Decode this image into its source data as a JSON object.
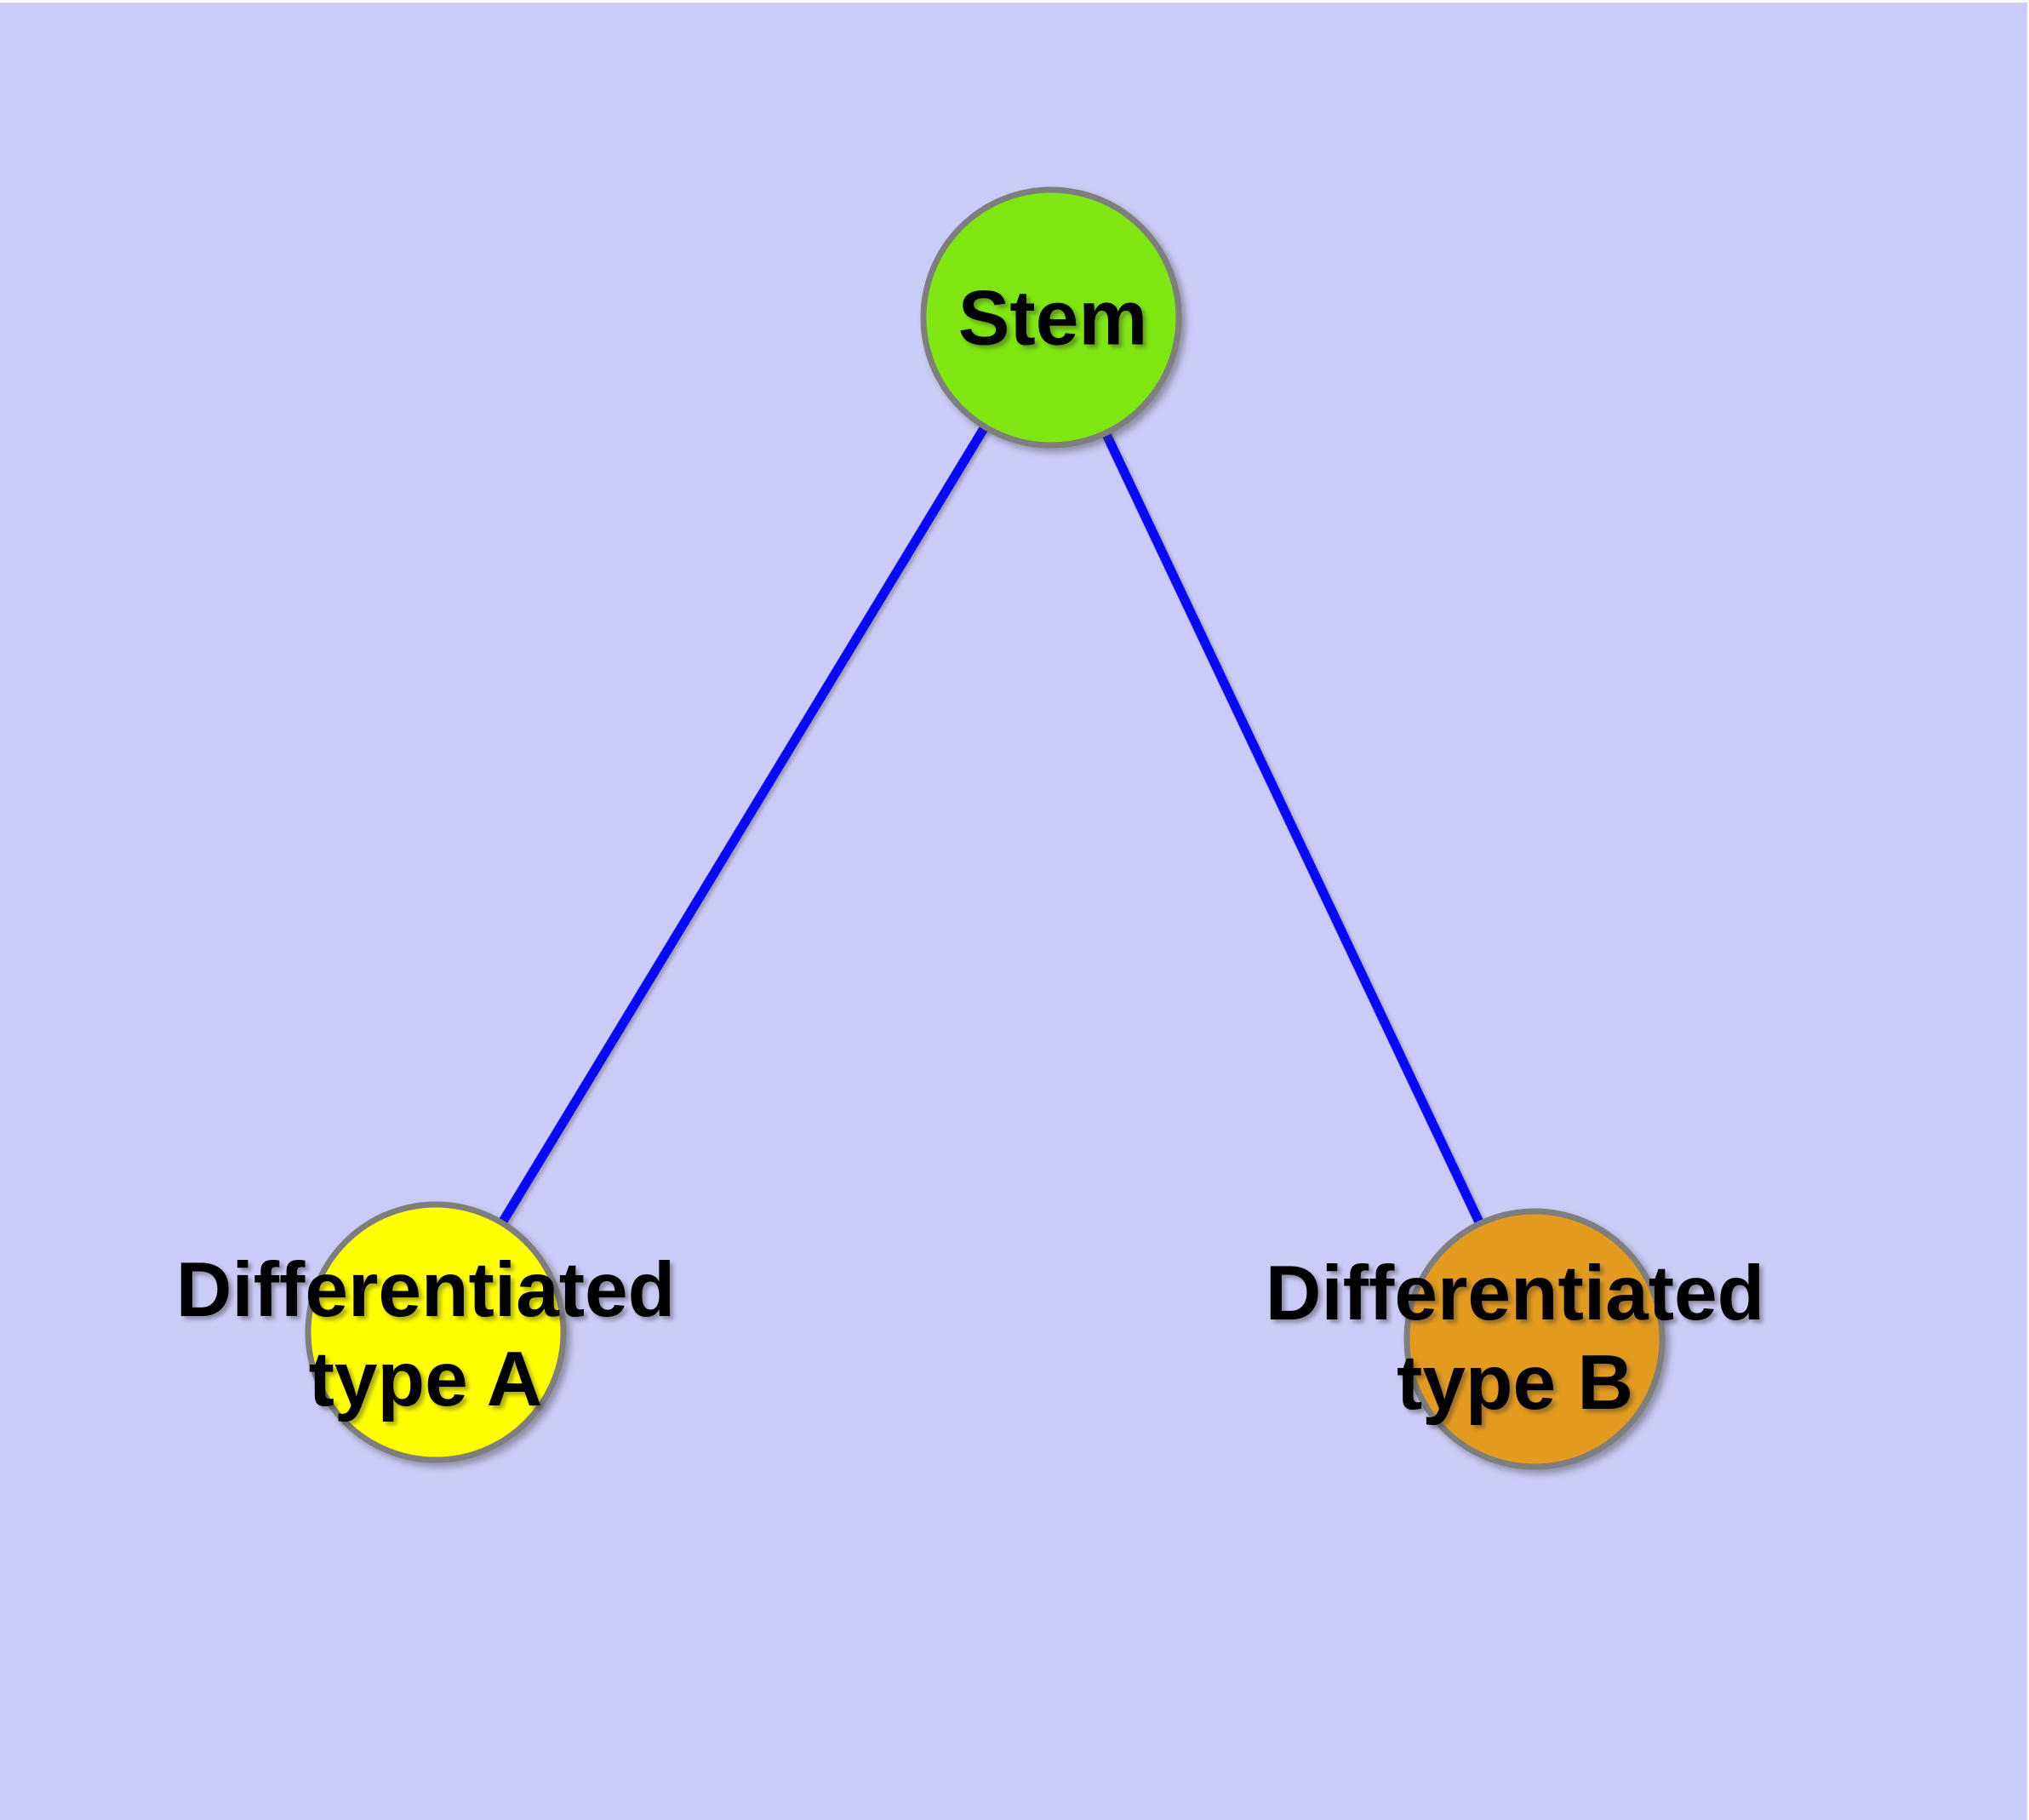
{
  "diagram": {
    "background_color": "#CBCBF7",
    "page_margin_color": "#FFFFFF",
    "text_color": "#000000",
    "node_border_color": "#7E7E7E",
    "edge_color": "#0909F8",
    "nodes": {
      "stem": {
        "label": "Stem",
        "fill": "#7FE612"
      },
      "type_a": {
        "label_line1": "Differentiated",
        "label_line2": "type A",
        "fill": "#FFFF00"
      },
      "type_b": {
        "label_line1": "Differentiated",
        "label_line2": "type B",
        "fill": "#E39B1F"
      }
    },
    "edges": [
      {
        "from": "Stem",
        "to": "Differentiated type A"
      },
      {
        "from": "Stem",
        "to": "Differentiated type B"
      }
    ]
  }
}
